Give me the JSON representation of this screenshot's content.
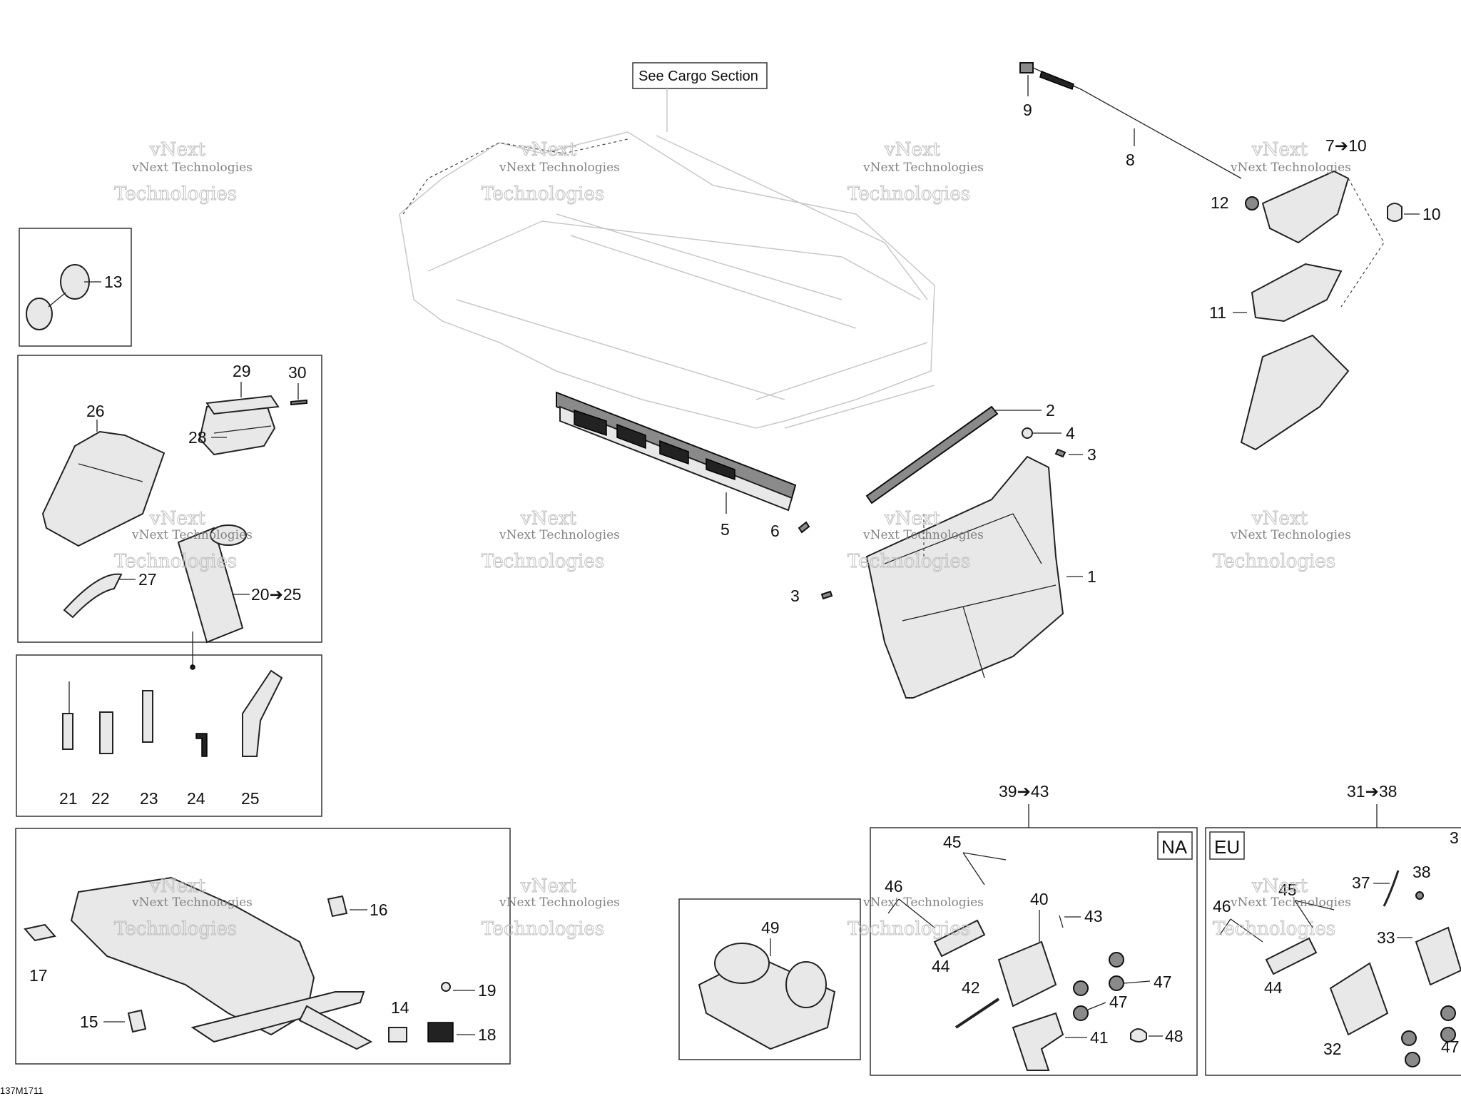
{
  "callout_see_cargo": "See Cargo Section",
  "watermark": [
    "vNext Technologies",
    "vNext",
    "Technologies"
  ],
  "region_tags": {
    "na": "NA",
    "eu": "EU"
  },
  "drawing_number": "137M1711",
  "labels": {
    "l1": "1",
    "l2": "2",
    "l3a": "3",
    "l3b": "3",
    "l4": "4",
    "l5": "5",
    "l6": "6",
    "l7_10": "7➔10",
    "l8": "8",
    "l9": "9",
    "l10": "10",
    "l11": "11",
    "l12": "12",
    "l13": "13",
    "l14": "14",
    "l15": "15",
    "l16": "16",
    "l17": "17",
    "l18": "18",
    "l19": "19",
    "l20_25": "20➔25",
    "l21": "21",
    "l22": "22",
    "l23": "23",
    "l24": "24",
    "l25": "25",
    "l26": "26",
    "l27": "27",
    "l28": "28",
    "l29": "29",
    "l30": "30",
    "l31_38": "31➔38",
    "l32": "32",
    "l33": "33",
    "l37": "37",
    "l38": "38",
    "l39_43": "39➔43",
    "l40": "40",
    "l41": "41",
    "l42": "42",
    "l43": "43",
    "l44a": "44",
    "l44b": "44",
    "l45a": "45",
    "l45b": "45",
    "l46a": "46",
    "l46b": "46",
    "l47a": "47",
    "l47b": "47",
    "l47c": "47",
    "l48": "48",
    "l49": "49",
    "l3_cut": "3"
  }
}
